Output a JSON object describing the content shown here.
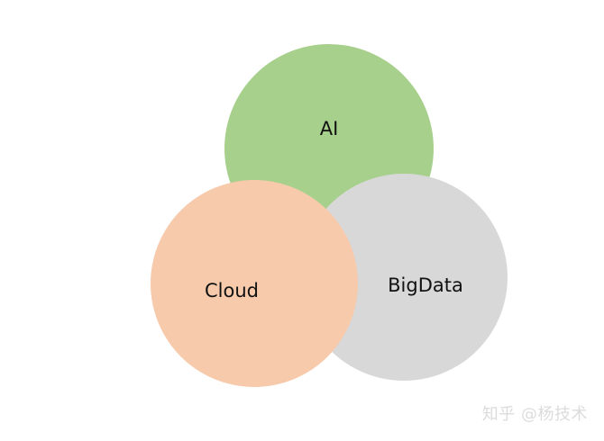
{
  "diagram": {
    "circles": [
      {
        "label": "AI",
        "color": "#a8d08d"
      },
      {
        "label": "BigData",
        "color": "#d8d8d8"
      },
      {
        "label": "Cloud",
        "color": "#f7caac"
      }
    ]
  },
  "watermark": {
    "text": "知乎 @杨技术"
  }
}
